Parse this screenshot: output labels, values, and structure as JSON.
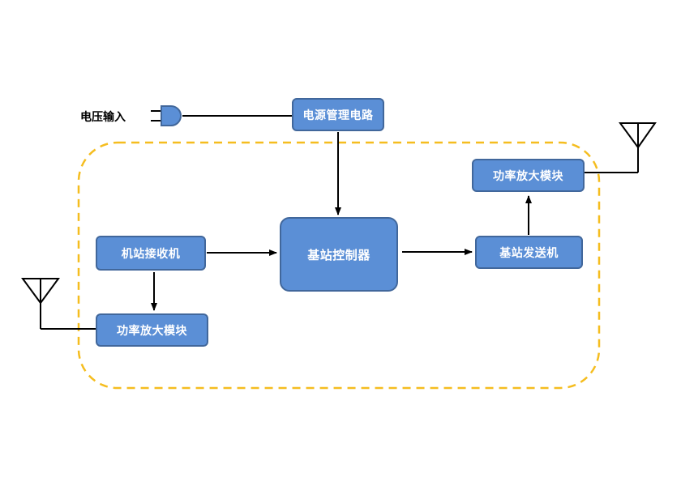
{
  "voltage_input_label": "电压输入",
  "blocks": {
    "power_management": "电源管理电路",
    "base_controller": "基站控制器",
    "receiver": "机站接收机",
    "transmitter": "基站发送机",
    "amp_top": "功率放大模块",
    "amp_bottom": "功率放大模块"
  },
  "icons": {
    "plug": "plug-icon",
    "antenna": "antenna-icon"
  },
  "colors": {
    "block_fill": "#5b8fd6",
    "block_border": "#41679b",
    "boundary": "#f5bd1f",
    "wire": "#000000"
  }
}
